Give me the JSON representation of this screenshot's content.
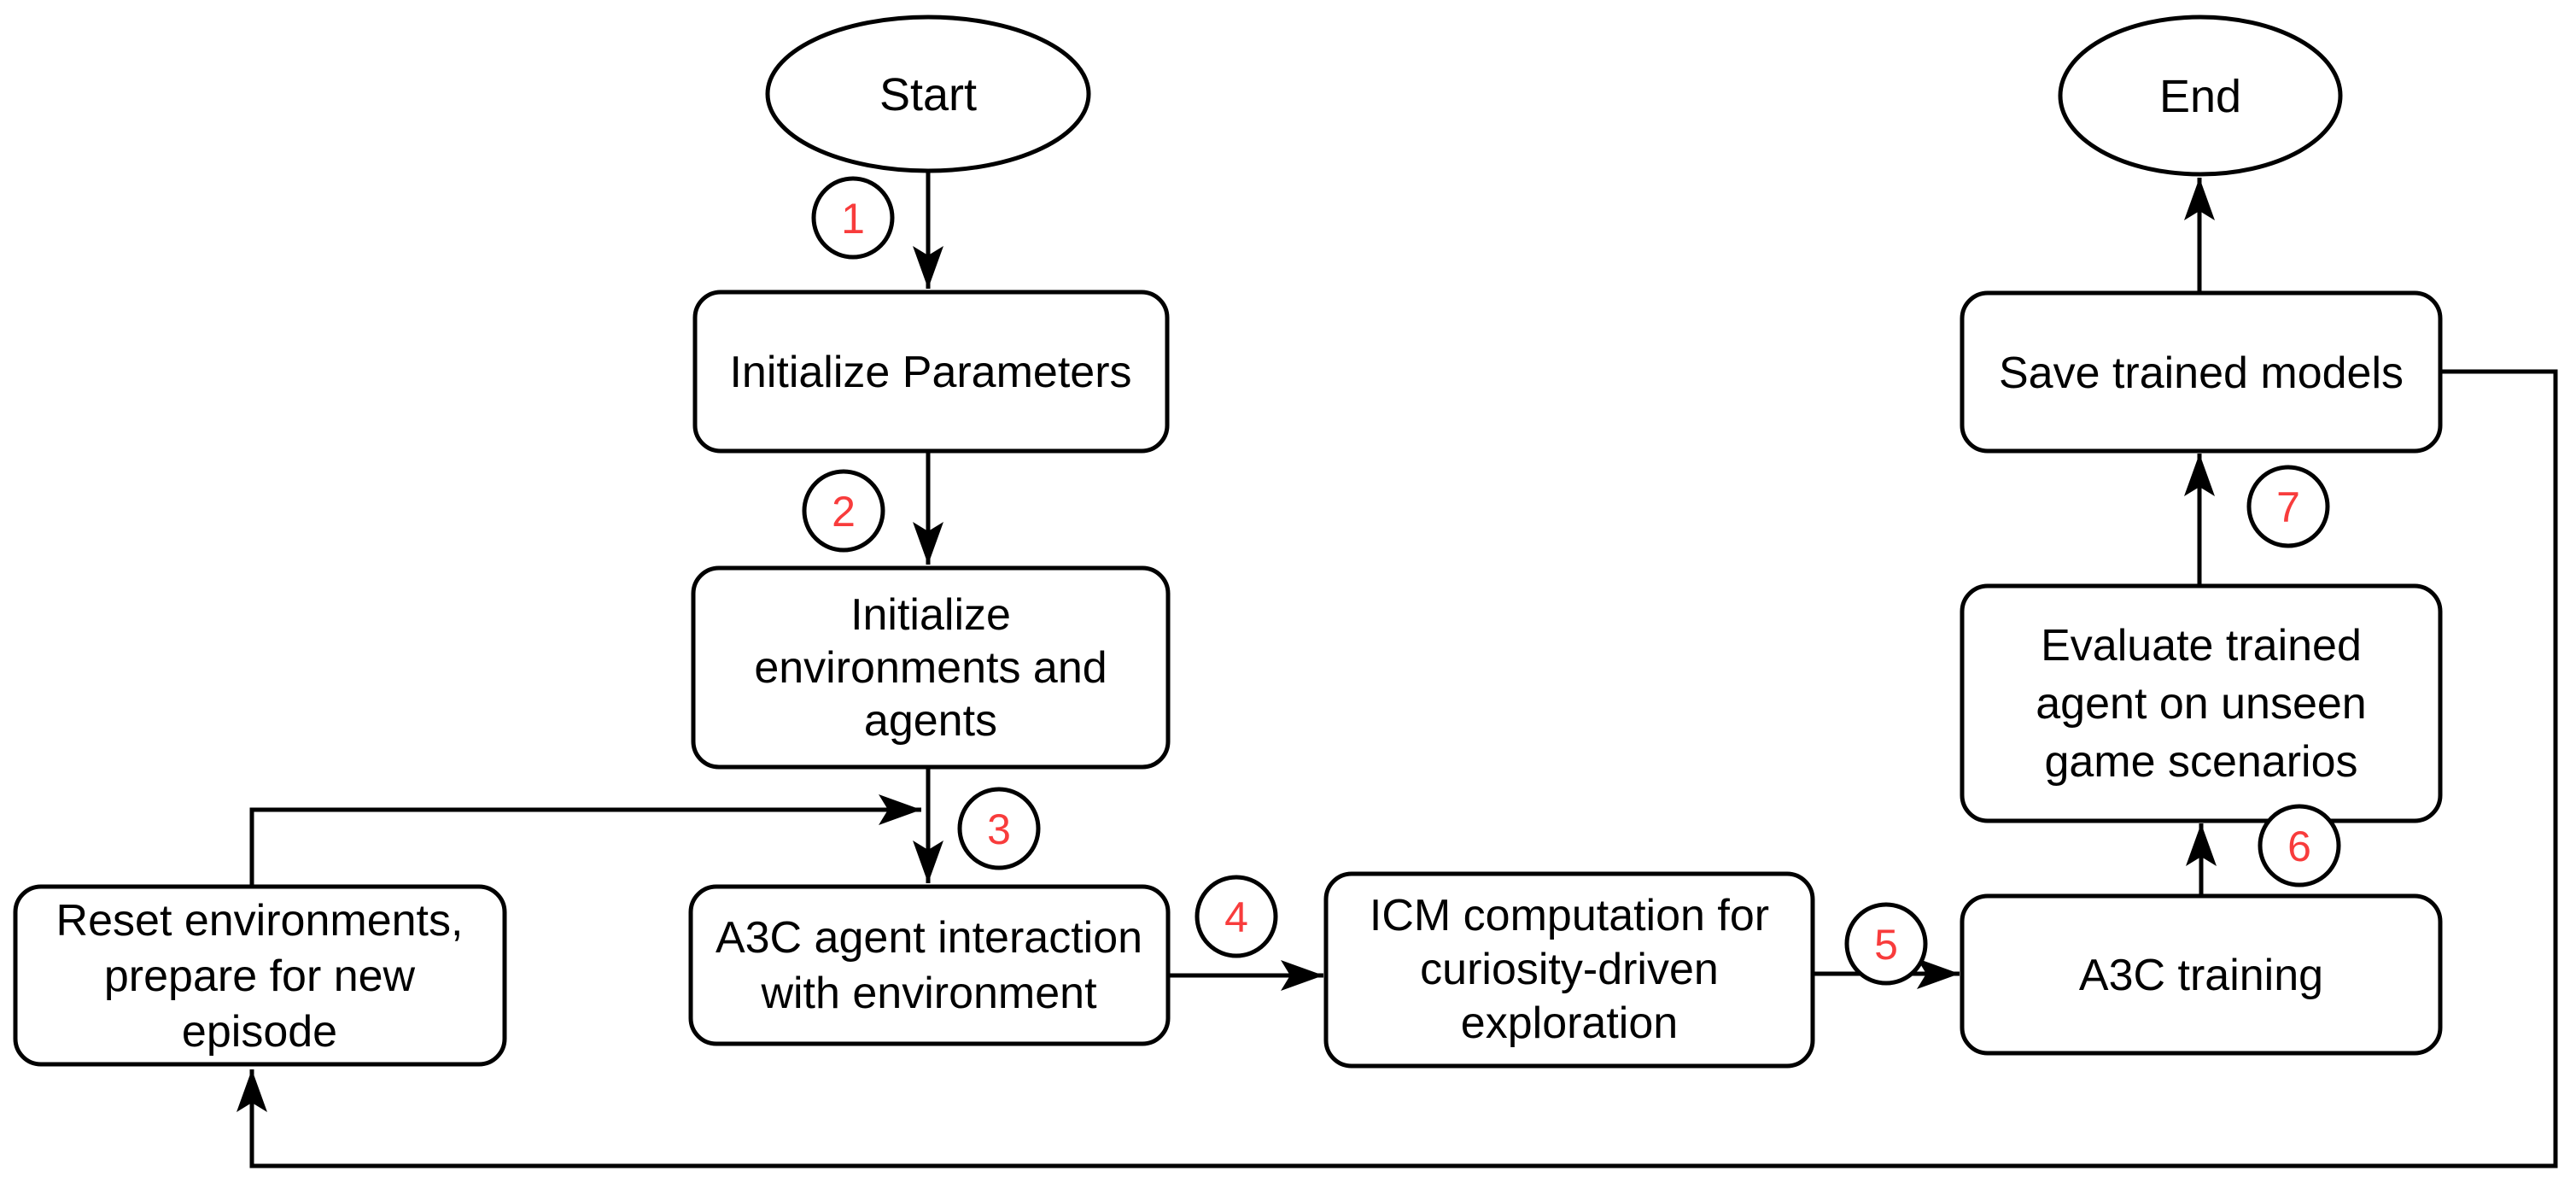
{
  "diagram": {
    "type": "flowchart",
    "colors": {
      "background": "#FFFFFF",
      "stroke": "#000000",
      "text": "#000000",
      "step_number": "#F83C3C"
    },
    "nodes": {
      "start": {
        "shape": "ellipse",
        "label": "Start"
      },
      "end": {
        "shape": "ellipse",
        "label": "End"
      },
      "init_params": {
        "shape": "process",
        "label": "Initialize Parameters",
        "lines": [
          "Initialize Parameters"
        ]
      },
      "init_env": {
        "shape": "process",
        "label": "Initialize environments and agents",
        "lines": [
          "Initialize",
          "environments and",
          "agents"
        ]
      },
      "a3c_interaction": {
        "shape": "process",
        "label": "A3C agent interaction with environment",
        "lines": [
          "A3C agent interaction",
          "with environment"
        ]
      },
      "icm": {
        "shape": "process",
        "label": "ICM computation for curiosity-driven exploration",
        "lines": [
          "ICM computation for",
          "curiosity-driven",
          "exploration"
        ]
      },
      "a3c_training": {
        "shape": "process",
        "label": "A3C training",
        "lines": [
          "A3C training"
        ]
      },
      "evaluate": {
        "shape": "process",
        "label": "Evaluate trained agent on unseen game scenarios",
        "lines": [
          "Evaluate trained",
          "agent on unseen",
          "game scenarios"
        ]
      },
      "save": {
        "shape": "process",
        "label": "Save trained models",
        "lines": [
          "Save trained models"
        ]
      },
      "reset": {
        "shape": "process",
        "label": "Reset environments, prepare for new episode",
        "lines": [
          "Reset environments,",
          "prepare for new",
          "episode"
        ]
      }
    },
    "steps": [
      "1",
      "2",
      "3",
      "4",
      "5",
      "6",
      "7"
    ],
    "edges": [
      {
        "from": "Start",
        "to": "Initialize Parameters",
        "step": "1"
      },
      {
        "from": "Initialize Parameters",
        "to": "Initialize environments and agents",
        "step": "2"
      },
      {
        "from": "Initialize environments and agents",
        "to": "A3C agent interaction with environment",
        "step": "3"
      },
      {
        "from": "A3C agent interaction with environment",
        "to": "ICM computation for curiosity-driven exploration",
        "step": "4"
      },
      {
        "from": "ICM computation for curiosity-driven exploration",
        "to": "A3C training",
        "step": "5"
      },
      {
        "from": "A3C training",
        "to": "Evaluate trained agent on unseen game scenarios",
        "step": "6"
      },
      {
        "from": "Evaluate trained agent on unseen game scenarios",
        "to": "Save trained models",
        "step": "7"
      },
      {
        "from": "Save trained models",
        "to": "End",
        "step": ""
      },
      {
        "from": "Save trained models",
        "to": "Reset environments, prepare for new episode",
        "step": ""
      },
      {
        "from": "Reset environments, prepare for new episode",
        "to": "A3C agent interaction with environment",
        "step": ""
      }
    ]
  }
}
